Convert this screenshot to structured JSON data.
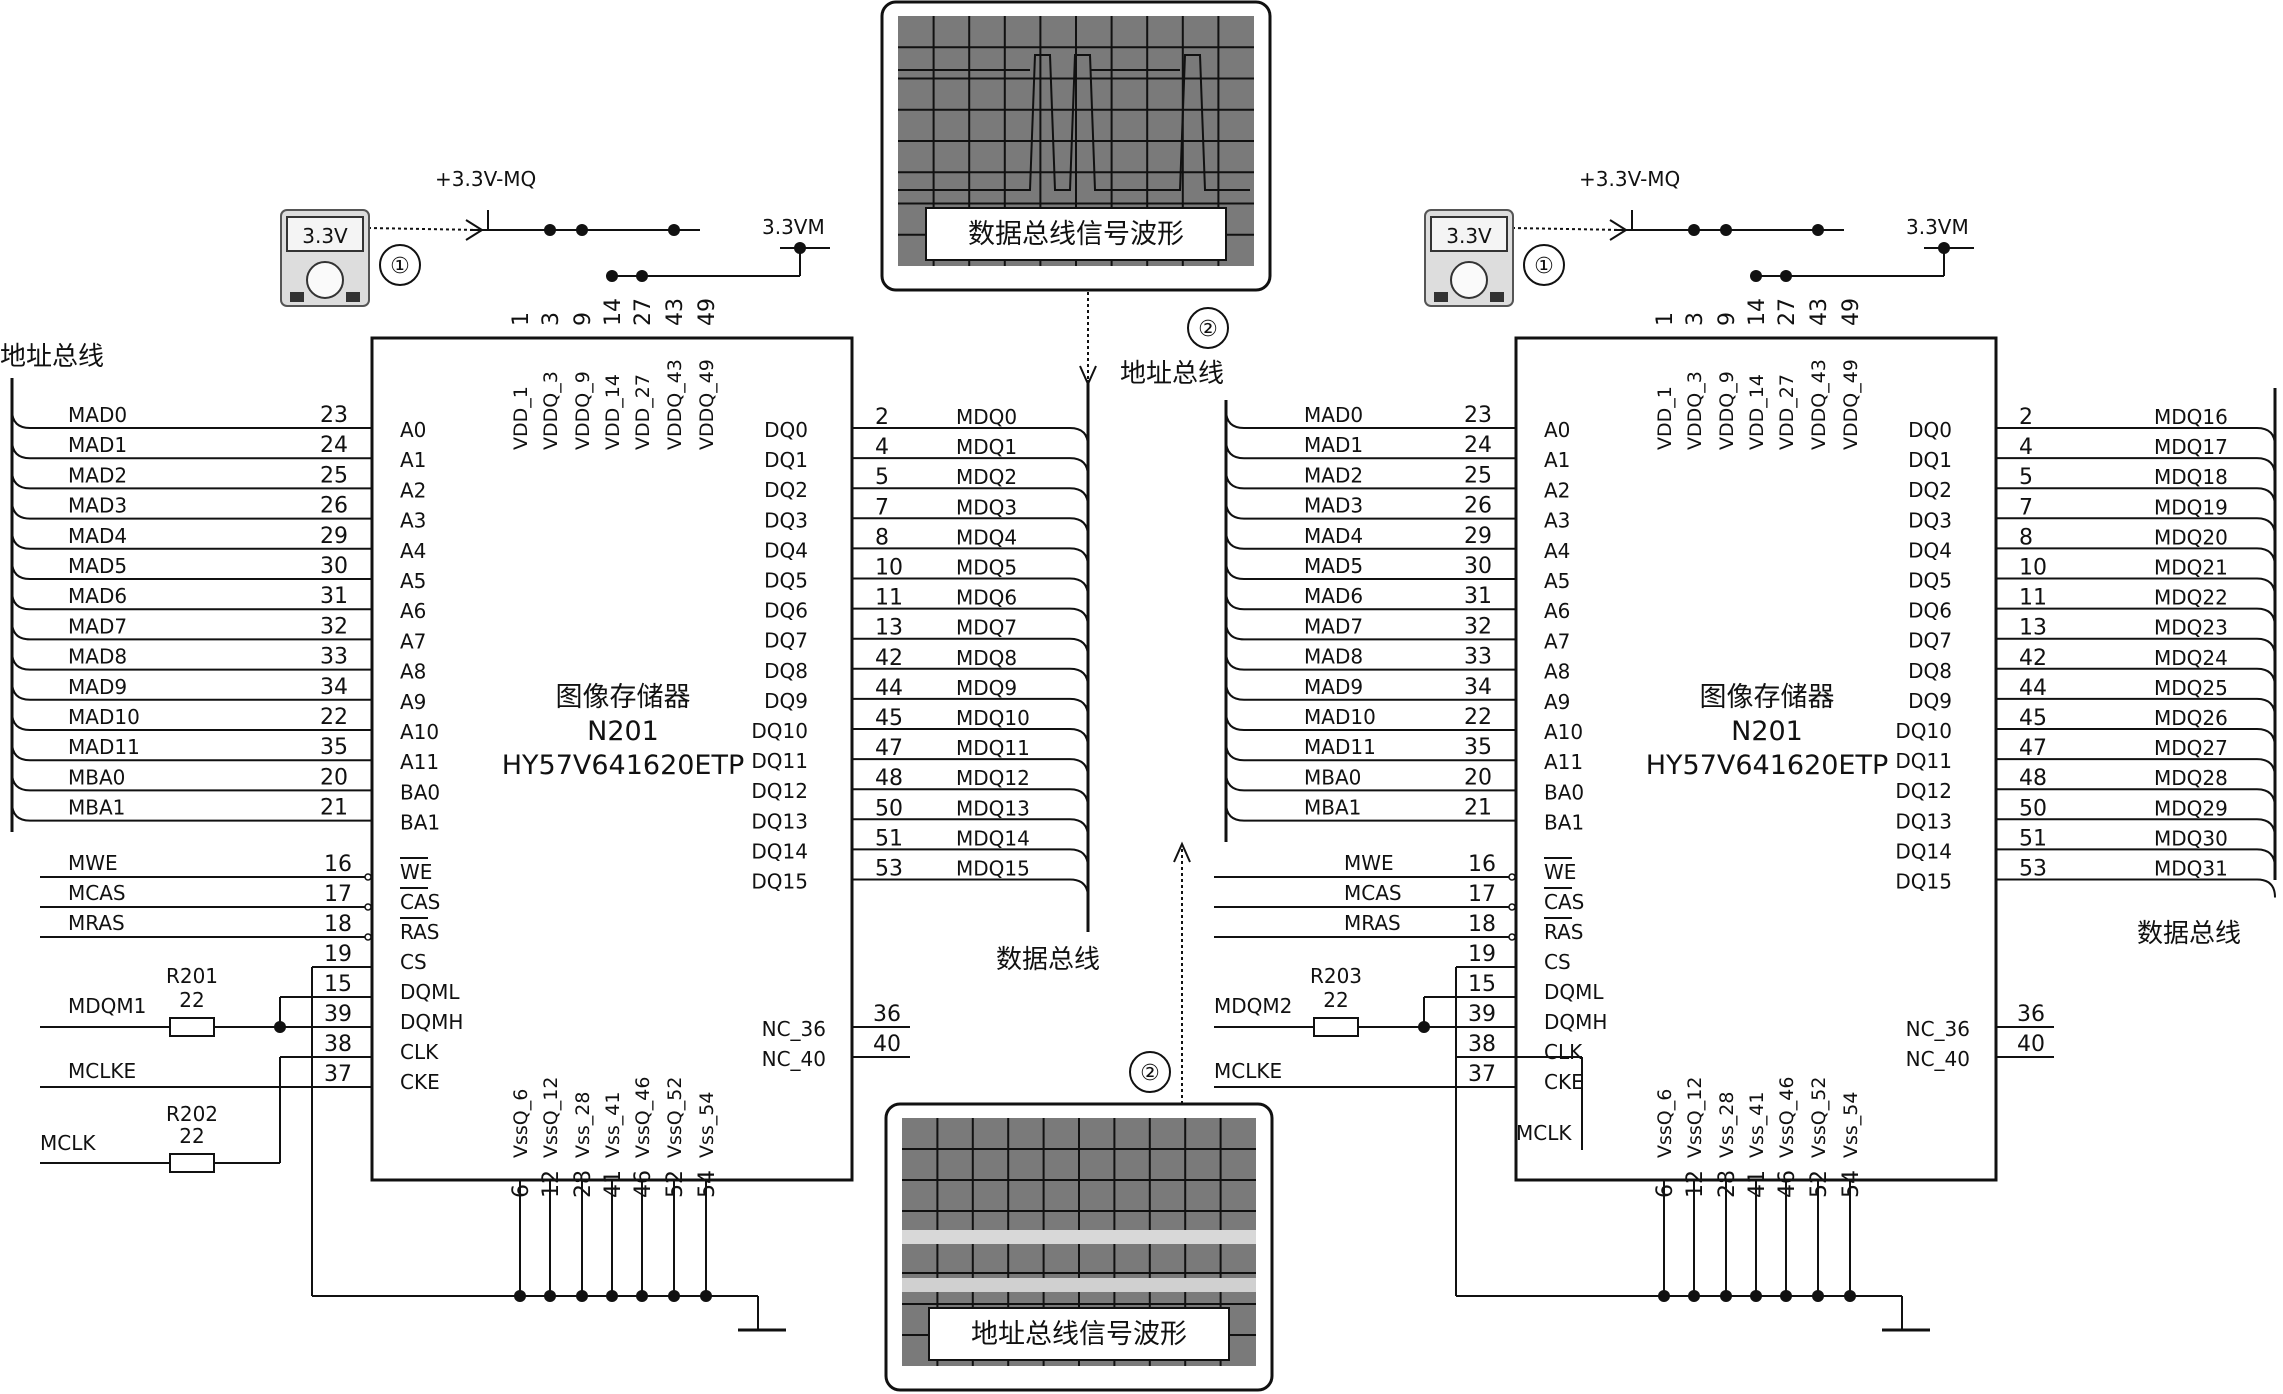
{
  "chips": [
    {
      "line1": "图像存储器",
      "line2": "N201",
      "line3": "HY57V641620ETP",
      "left_addr": [
        [
          "MAD0",
          "23",
          "A0"
        ],
        [
          "MAD1",
          "24",
          "A1"
        ],
        [
          "MAD2",
          "25",
          "A2"
        ],
        [
          "MAD3",
          "26",
          "A3"
        ],
        [
          "MAD4",
          "29",
          "A4"
        ],
        [
          "MAD5",
          "30",
          "A5"
        ],
        [
          "MAD6",
          "31",
          "A6"
        ],
        [
          "MAD7",
          "32",
          "A7"
        ],
        [
          "MAD8",
          "33",
          "A8"
        ],
        [
          "MAD9",
          "34",
          "A9"
        ],
        [
          "MAD10",
          "22",
          "A10"
        ],
        [
          "MAD11",
          "35",
          "A11"
        ],
        [
          "MBA0",
          "20",
          "BA0"
        ],
        [
          "MBA1",
          "21",
          "BA1"
        ]
      ],
      "left_ctrl": [
        [
          "MWE",
          "16",
          "WE"
        ],
        [
          "MCAS",
          "17",
          "CAS"
        ],
        [
          "MRAS",
          "18",
          "RAS"
        ],
        [
          "",
          "19",
          "CS"
        ],
        [
          "",
          "15",
          "DQML"
        ],
        [
          "",
          "39",
          "DQMH"
        ],
        [
          "",
          "38",
          "CLK"
        ],
        [
          "",
          "37",
          "CKE"
        ]
      ],
      "right": [
        [
          "DQ0",
          "2",
          "MDQ0"
        ],
        [
          "DQ1",
          "4",
          "MDQ1"
        ],
        [
          "DQ2",
          "5",
          "MDQ2"
        ],
        [
          "DQ3",
          "7",
          "MDQ3"
        ],
        [
          "DQ4",
          "8",
          "MDQ4"
        ],
        [
          "DQ5",
          "10",
          "MDQ5"
        ],
        [
          "DQ6",
          "11",
          "MDQ6"
        ],
        [
          "DQ7",
          "13",
          "MDQ7"
        ],
        [
          "DQ8",
          "42",
          "MDQ8"
        ],
        [
          "DQ9",
          "44",
          "MDQ9"
        ],
        [
          "DQ10",
          "45",
          "MDQ10"
        ],
        [
          "DQ11",
          "47",
          "MDQ11"
        ],
        [
          "DQ12",
          "48",
          "MDQ12"
        ],
        [
          "DQ13",
          "50",
          "MDQ13"
        ],
        [
          "DQ14",
          "51",
          "MDQ14"
        ],
        [
          "DQ15",
          "53",
          "MDQ15"
        ]
      ],
      "nc": [
        [
          "NC_36",
          "36"
        ],
        [
          "NC_40",
          "40"
        ]
      ],
      "top_pins": [
        "1",
        "3",
        "9",
        "14",
        "27",
        "43",
        "49"
      ],
      "top_labels": [
        "VDD_1",
        "VDDQ_3",
        "VDDQ_9",
        "VDD_14",
        "VDD_27",
        "VDDQ_43",
        "VDDQ_49"
      ],
      "bottom_pins": [
        "6",
        "12",
        "28",
        "41",
        "46",
        "52",
        "54"
      ],
      "bottom_labels": [
        "VssQ_6",
        "VssQ_12",
        "Vss_28",
        "Vss_41",
        "VssQ_46",
        "VssQ_52",
        "Vss_54"
      ],
      "power_label": "+3.3V-MQ",
      "vm_label": "3.3VM",
      "meter": "3.3V",
      "marker": "①",
      "dqm_signal": "MDQM1",
      "r_dqm": "R201",
      "r_dqm_val": "22",
      "clke_signal": "MCLKE",
      "clk_signal": "MCLK",
      "r_clk": "R202",
      "r_clk_val": "22",
      "addr_bus": "地址总线",
      "data_bus": "数据总线"
    },
    {
      "line1": "图像存储器",
      "line2": "N201",
      "line3": "HY57V641620ETP",
      "left_addr": [
        [
          "MAD0",
          "23",
          "A0"
        ],
        [
          "MAD1",
          "24",
          "A1"
        ],
        [
          "MAD2",
          "25",
          "A2"
        ],
        [
          "MAD3",
          "26",
          "A3"
        ],
        [
          "MAD4",
          "29",
          "A4"
        ],
        [
          "MAD5",
          "30",
          "A5"
        ],
        [
          "MAD6",
          "31",
          "A6"
        ],
        [
          "MAD7",
          "32",
          "A7"
        ],
        [
          "MAD8",
          "33",
          "A8"
        ],
        [
          "MAD9",
          "34",
          "A9"
        ],
        [
          "MAD10",
          "22",
          "A10"
        ],
        [
          "MAD11",
          "35",
          "A11"
        ],
        [
          "MBA0",
          "20",
          "BA0"
        ],
        [
          "MBA1",
          "21",
          "BA1"
        ]
      ],
      "left_ctrl": [
        [
          "MWE",
          "16",
          "WE"
        ],
        [
          "MCAS",
          "17",
          "CAS"
        ],
        [
          "MRAS",
          "18",
          "RAS"
        ],
        [
          "",
          "19",
          "CS"
        ],
        [
          "",
          "15",
          "DQML"
        ],
        [
          "",
          "39",
          "DQMH"
        ],
        [
          "",
          "38",
          "CLK"
        ],
        [
          "",
          "37",
          "CKE"
        ]
      ],
      "right": [
        [
          "DQ0",
          "2",
          "MDQ16"
        ],
        [
          "DQ1",
          "4",
          "MDQ17"
        ],
        [
          "DQ2",
          "5",
          "MDQ18"
        ],
        [
          "DQ3",
          "7",
          "MDQ19"
        ],
        [
          "DQ4",
          "8",
          "MDQ20"
        ],
        [
          "DQ5",
          "10",
          "MDQ21"
        ],
        [
          "DQ6",
          "11",
          "MDQ22"
        ],
        [
          "DQ7",
          "13",
          "MDQ23"
        ],
        [
          "DQ8",
          "42",
          "MDQ24"
        ],
        [
          "DQ9",
          "44",
          "MDQ25"
        ],
        [
          "DQ10",
          "45",
          "MDQ26"
        ],
        [
          "DQ11",
          "47",
          "MDQ27"
        ],
        [
          "DQ12",
          "48",
          "MDQ28"
        ],
        [
          "DQ13",
          "50",
          "MDQ29"
        ],
        [
          "DQ14",
          "51",
          "MDQ30"
        ],
        [
          "DQ15",
          "53",
          "MDQ31"
        ]
      ],
      "nc": [
        [
          "NC_36",
          "36"
        ],
        [
          "NC_40",
          "40"
        ]
      ],
      "top_pins": [
        "1",
        "3",
        "9",
        "14",
        "27",
        "43",
        "49"
      ],
      "top_labels": [
        "VDD_1",
        "VDDQ_3",
        "VDDQ_9",
        "VDD_14",
        "VDD_27",
        "VDDQ_43",
        "VDDQ_49"
      ],
      "bottom_pins": [
        "6",
        "12",
        "28",
        "41",
        "46",
        "52",
        "54"
      ],
      "bottom_labels": [
        "VssQ_6",
        "VssQ_12",
        "Vss_28",
        "Vss_41",
        "VssQ_46",
        "VssQ_52",
        "Vss_54"
      ],
      "power_label": "+3.3V-MQ",
      "vm_label": "3.3VM",
      "meter": "3.3V",
      "marker": "①",
      "dqm_signal": "MDQM2",
      "r_dqm": "R203",
      "r_dqm_val": "22",
      "clke_signal": "MCLKE",
      "clk_signal": "MCLK",
      "r_clk": "",
      "r_clk_val": "",
      "addr_bus": "地址总线",
      "data_bus": "数据总线"
    }
  ],
  "scopes": {
    "data": {
      "caption": "数据总线信号波形",
      "marker": "②"
    },
    "address": {
      "caption": "地址总线信号波形",
      "marker": "②"
    }
  }
}
